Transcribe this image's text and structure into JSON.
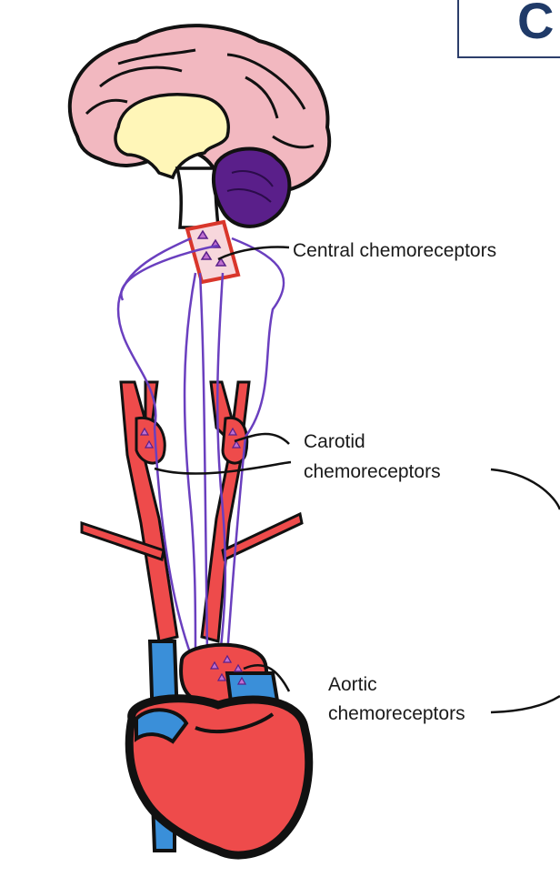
{
  "header": {
    "title_fragment": "C"
  },
  "labels": {
    "central": "Central chemoreceptors",
    "carotid_line1": "Carotid",
    "carotid_line2": "chemoreceptors",
    "aortic_line1": "Aortic",
    "aortic_line2": "chemoreceptors"
  },
  "colors": {
    "brain": "#f2b8c0",
    "brain_inner": "#fff6b8",
    "cerebellum": "#5a1f8a",
    "artery": "#ee4b4b",
    "vein": "#3a8fd9",
    "nerve": "#6a3fbf",
    "receptor_box": "#d9362b"
  }
}
